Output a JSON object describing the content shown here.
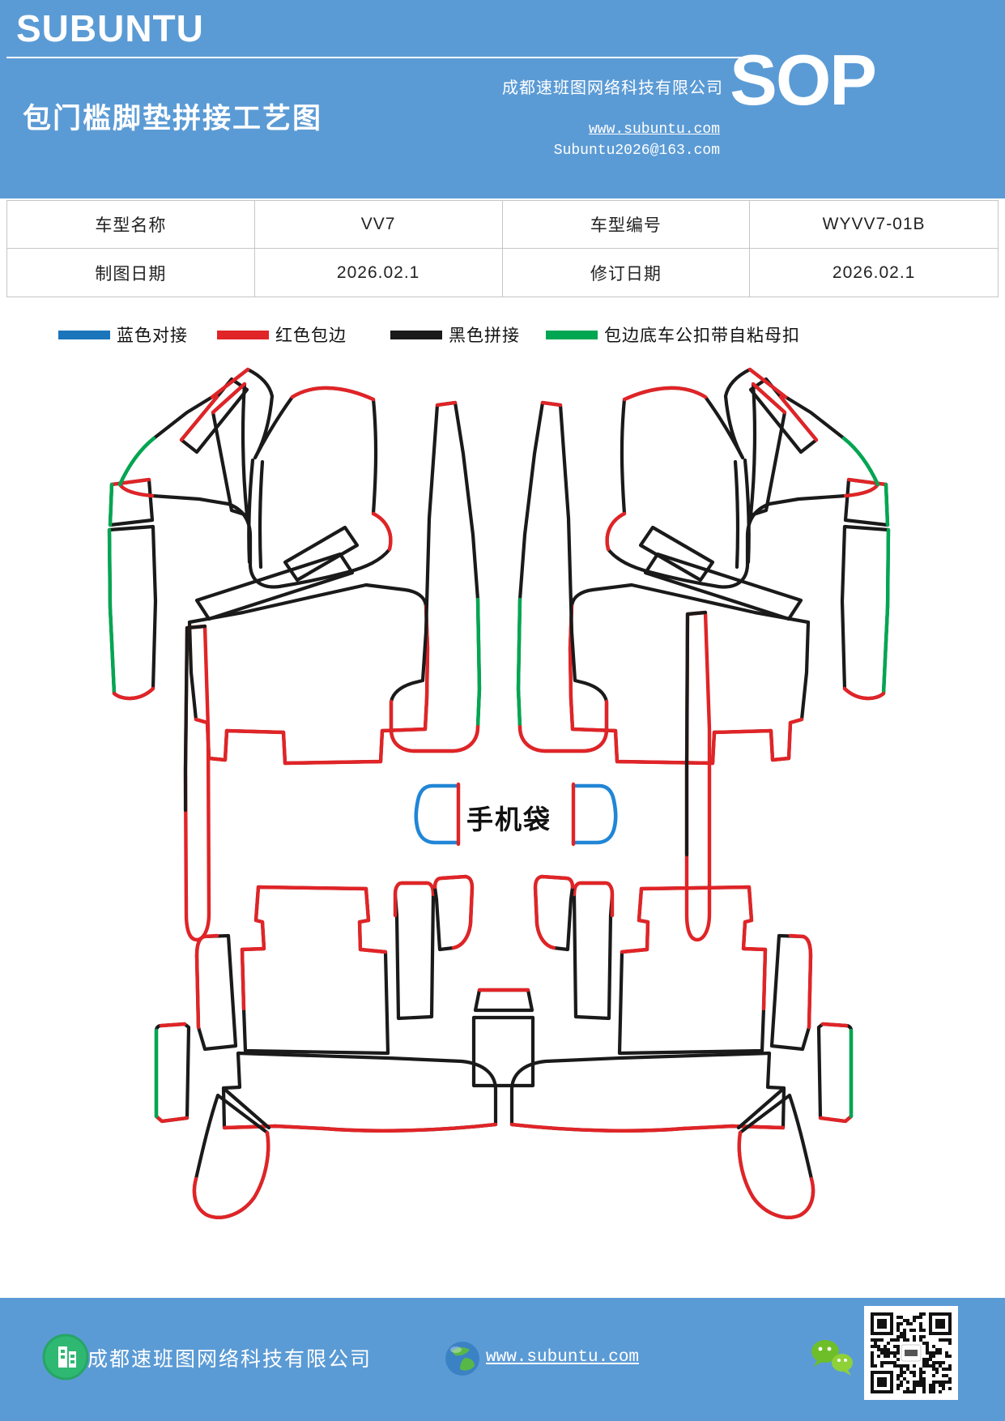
{
  "header": {
    "logo": "SUBUNTU",
    "title": "包门槛脚垫拼接工艺图",
    "company": "成都速班图网络科技有限公司",
    "website": "www.subuntu.com",
    "email": "Subuntu2026@163.com",
    "sop_label": "SOP"
  },
  "info_table": {
    "rows": [
      [
        "车型名称",
        "VV7",
        "车型编号",
        "WYVV7-01B"
      ],
      [
        "制图日期",
        "2026.02.1",
        "修订日期",
        "2026.02.1"
      ]
    ]
  },
  "legend": {
    "items": [
      {
        "label": "蓝色对接",
        "color": "#1b75bb"
      },
      {
        "label": "红色包边",
        "color": "#e02427"
      },
      {
        "label": "黑色拼接",
        "color": "#1a1a1a"
      },
      {
        "label": "包边底车公扣带自粘母扣",
        "color": "#00a651"
      }
    ]
  },
  "diagram": {
    "phone_bag_label": "手机袋",
    "stroke_colors": {
      "black_splice": "#1a1a1a",
      "red_edging": "#e02427",
      "green_snap_edge": "#00a651",
      "blue_butt_joint": "#2186d6"
    }
  },
  "footer": {
    "company": "成都速班图网络科技有限公司",
    "website": "www.subuntu.com"
  }
}
